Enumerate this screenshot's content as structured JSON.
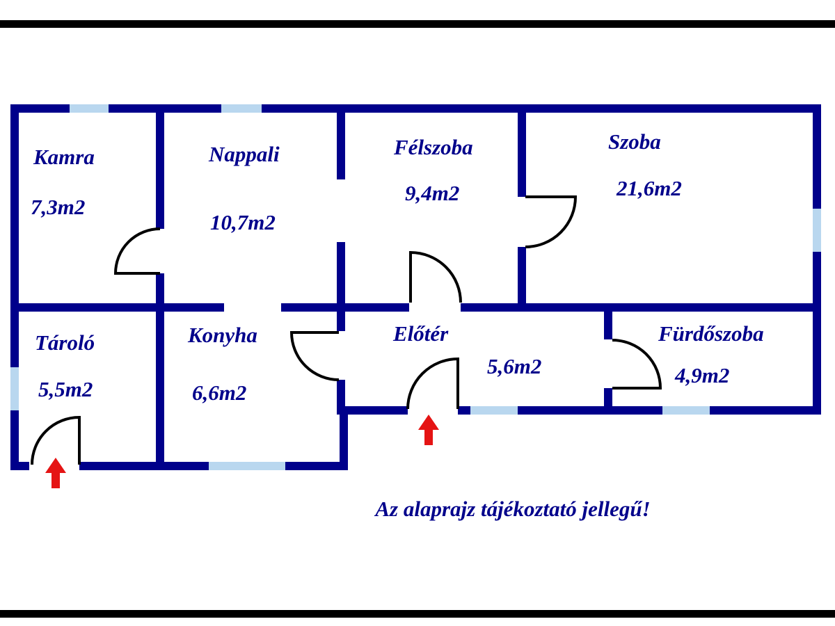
{
  "colors": {
    "wall": "#00008B",
    "window": "#b9d7ef",
    "door": "#000000",
    "arrow": "#e51414",
    "text": "#00008B",
    "bar": "#000000",
    "background": "#ffffff"
  },
  "rooms": [
    {
      "name": "Kamra",
      "area": "7,3m2"
    },
    {
      "name": "Nappali",
      "area": "10,7m2"
    },
    {
      "name": "Félszoba",
      "area": "9,4m2"
    },
    {
      "name": "Szoba",
      "area": "21,6m2"
    },
    {
      "name": "Tároló",
      "area": "5,5m2"
    },
    {
      "name": "Konyha",
      "area": "6,6m2"
    },
    {
      "name": "Előtér",
      "area": "5,6m2"
    },
    {
      "name": "Fürdőszoba",
      "area": "4,9m2"
    }
  ],
  "note": "Az alaprajz tájékoztató jellegű!"
}
